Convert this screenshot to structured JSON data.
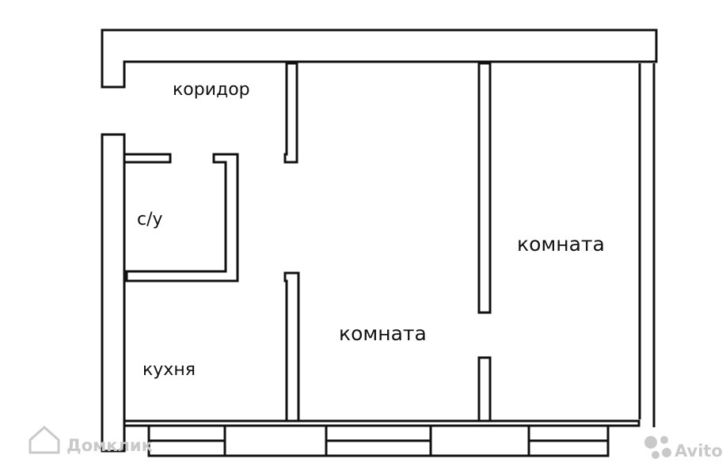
{
  "floor_plan": {
    "rooms": {
      "corridor": "коридор",
      "bathroom": "с/у",
      "kitchen": "кухня",
      "room_middle": "комната",
      "room_right": "комната"
    }
  },
  "watermarks": {
    "left": "Домклик",
    "right": "Avito"
  },
  "colors": {
    "wall_stroke": "#111111",
    "wall_fill": "#ffffff",
    "text": "#111111",
    "watermark": "#c9c9c9"
  }
}
